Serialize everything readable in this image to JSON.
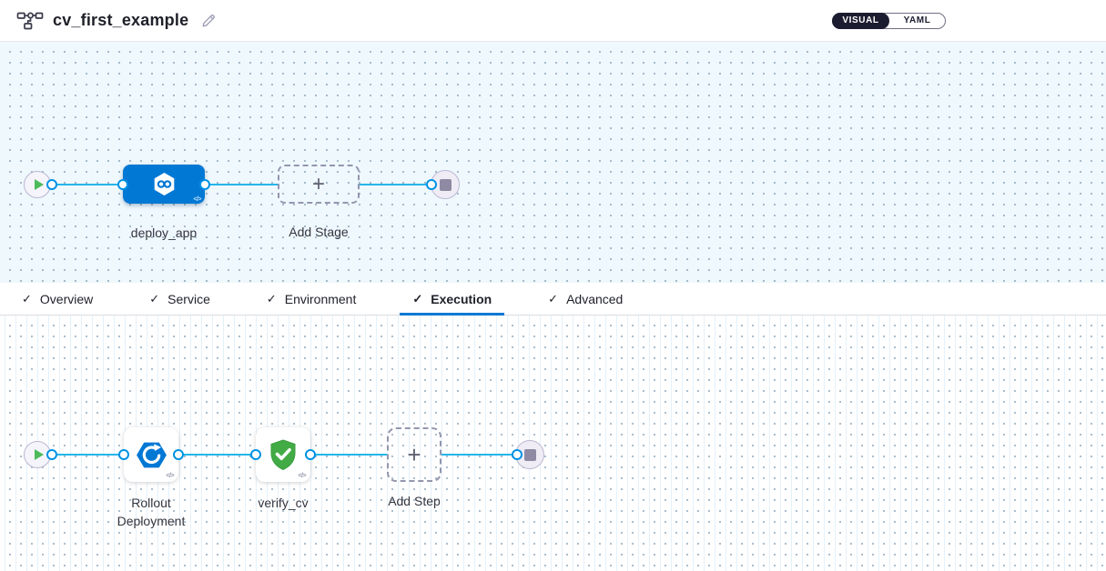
{
  "header": {
    "title": "cv_first_example",
    "view_toggle": {
      "visual_label": "VISUAL",
      "yaml_label": "YAML"
    }
  },
  "tabs": {
    "check_glyph": "✓",
    "items": [
      {
        "label": "Overview"
      },
      {
        "label": "Service"
      },
      {
        "label": "Environment"
      },
      {
        "label": "Execution"
      },
      {
        "label": "Advanced"
      }
    ],
    "active_tab": "Execution"
  },
  "stage_canvas": {
    "stage_node": {
      "label": "deploy_app",
      "icon": "cd-hexagon-infinity-icon",
      "code_badge": "</>"
    },
    "add_stage": {
      "label": "Add Stage",
      "plus_glyph": "+"
    }
  },
  "execution_canvas": {
    "steps": [
      {
        "label_line1": "Rollout",
        "label_line2": "Deployment",
        "icon": "rolling-deployment-icon",
        "code_badge": "</>"
      },
      {
        "label": "verify_cv",
        "icon": "verify-shield-icon",
        "code_badge": "</>"
      }
    ],
    "add_step": {
      "label": "Add Step",
      "plus_glyph": "+"
    }
  },
  "colors": {
    "primary_blue": "#0278d5",
    "connector_blue": "#25b6ea",
    "port_ring_blue": "#0092e4",
    "success_green": "#42ab45",
    "play_green": "#4dbb5a",
    "canvas_top_bg": "#eff8fd",
    "toggle_dark": "#1c1c30"
  }
}
